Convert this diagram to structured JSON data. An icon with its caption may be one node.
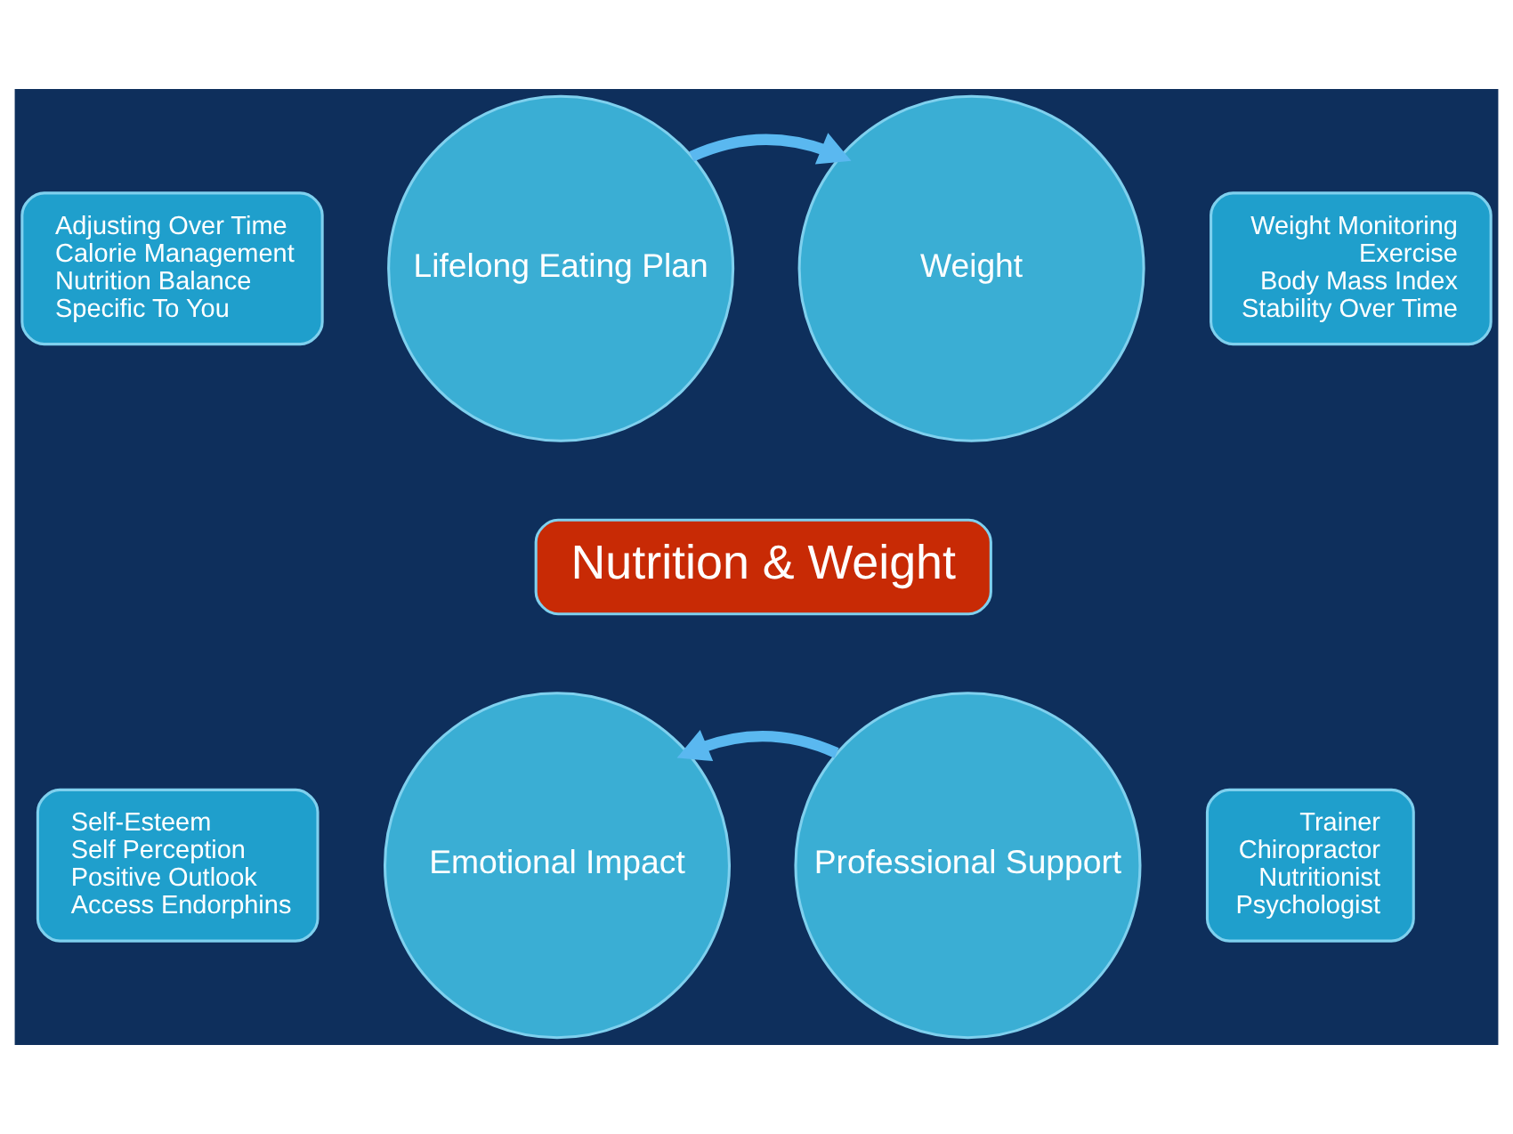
{
  "diagram": {
    "nodes": [
      {
        "text": [
          "Nutrition & Weight"
        ]
      },
      {
        "text": [
          "Lifelong Eating Plan"
        ]
      },
      {
        "text": [
          "Weight"
        ]
      },
      {
        "text": [
          "Emotional Impact"
        ]
      },
      {
        "text": [
          "Professional Support"
        ]
      },
      {
        "text": [
          "Adjusting Over Time",
          "Calorie Management",
          "Nutrition Balance",
          "Specific To You"
        ]
      },
      {
        "text": [
          "Weight Monitoring",
          "Exercise",
          "Body Mass Index",
          "Stability Over Time"
        ]
      },
      {
        "text": [
          "Self-Esteem",
          "Self Perception",
          "Positive Outlook",
          "Access Endorphins"
        ]
      },
      {
        "text": [
          "Trainer",
          "Chiropractor",
          "Nutritionist",
          "Psychologist"
        ]
      }
    ],
    "edges": [
      {
        "from": 1,
        "to": 2,
        "arrow": "to"
      },
      {
        "from": 4,
        "to": 3,
        "arrow": "to"
      }
    ]
  }
}
